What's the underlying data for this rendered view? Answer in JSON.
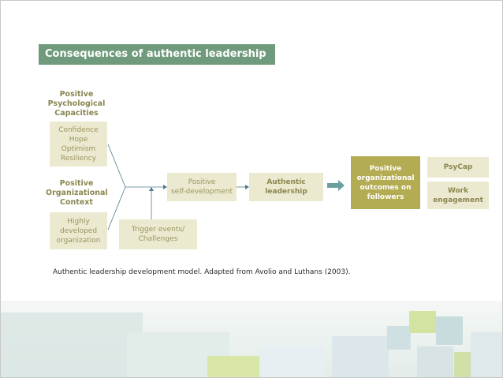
{
  "slide": {
    "title": "Consequences of authentic leadership",
    "caption": "Authentic leadership development model. Adapted from Avolio and Luthans (2003)."
  },
  "diagram": {
    "psych_cap_label": "Positive\nPsychological\nCapacities",
    "psych_cap_items": "Confidence\nHope\nOptimism\nResiliency",
    "org_context_label": "Positive\nOrganizational\nContext",
    "developed_org": "Highly\ndeveloped\norganization",
    "trigger_events": "Trigger events/\nChallenges",
    "self_development": "Positive\nself-development",
    "authentic_leadership": "Authentic\nleadership",
    "outcomes": "Positive\norganizational\noutcomes on\nfollowers",
    "psycap": "PsyCap",
    "work_engagement": "Work\nengagement"
  },
  "colors": {
    "title_bar": "#6f9a7c",
    "box_light": "#ebe9cf",
    "box_dark": "#b4ac53",
    "arrow": "#6aa0a0",
    "line": "#4f7b8a"
  }
}
